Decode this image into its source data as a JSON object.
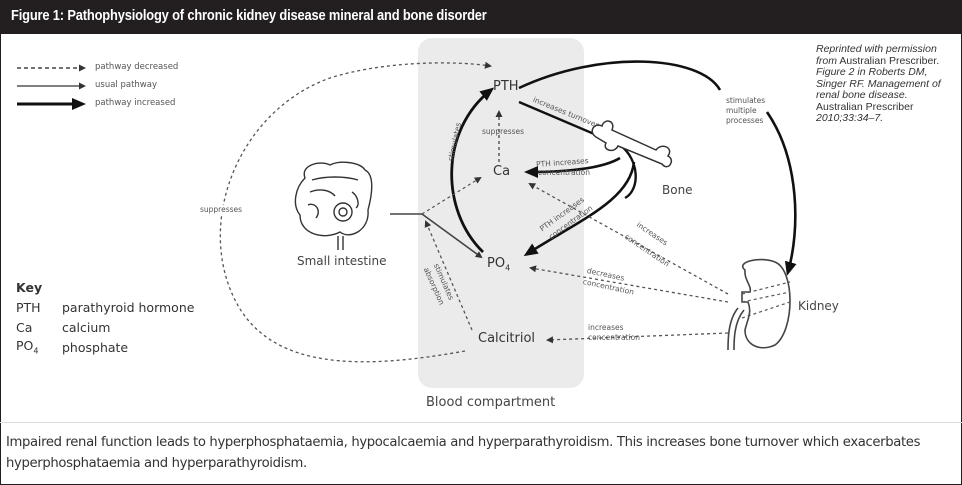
{
  "header": {
    "title": "Figure 1: Pathophysiology of chronic kidney disease mineral and bone disorder"
  },
  "legend": {
    "items": [
      {
        "style": "dashed",
        "label": "pathway decreased"
      },
      {
        "style": "thin",
        "label": "usual pathway"
      },
      {
        "style": "thick",
        "label": "pathway increased"
      }
    ]
  },
  "citation": {
    "line1_italic": "Reprinted with permission",
    "line2_italic": "from",
    "line2_plain": " Australian Prescriber.",
    "line3_italic": "Figure 2 in Roberts DM,",
    "line4_italic": "Singer RF. Management of",
    "line5_italic": "renal bone disease.",
    "line6_plain": "Australian Prescriber",
    "line7_italic": "2010;33:34–7."
  },
  "nodes": {
    "pth": "PTH",
    "ca": "Ca",
    "po4": "PO",
    "po4_sub": "4",
    "calcitriol": "Calcitriol",
    "bone": "Bone",
    "kidney": "Kidney",
    "small_intestine": "Small intestine",
    "blood_compartment": "Blood compartment"
  },
  "edge_labels": {
    "increases_turnover": "increases turnover",
    "suppresses_ca_pth": "suppresses",
    "stimulates_po4_pth": "stimulates",
    "pth_increases_ca_1": "PTH increases",
    "pth_increases_ca_2": "concentration",
    "pth_increases_po4_1": "PTH increases",
    "pth_increases_po4_2": "concentration",
    "kidney_ca_1": "increases",
    "kidney_ca_2": "concentration",
    "kidney_po4_1": "decreases",
    "kidney_po4_2": "concentration",
    "kidney_calcitriol_1": "increases",
    "kidney_calcitriol_2": "concentration",
    "calcitriol_intestine_1": "stimulates",
    "calcitriol_intestine_2": "absorption",
    "pth_kidney_1": "stimulates",
    "pth_kidney_2": "multiple",
    "pth_kidney_3": "processes",
    "calcitriol_pth": "suppresses"
  },
  "key": {
    "title": "Key",
    "rows": [
      {
        "abbr": "PTH",
        "abbr_sub": "",
        "meaning": "parathyroid hormone"
      },
      {
        "abbr": "Ca",
        "abbr_sub": "",
        "meaning": "calcium"
      },
      {
        "abbr": "PO",
        "abbr_sub": "4",
        "meaning": "phosphate"
      }
    ]
  },
  "caption": "Impaired renal function leads to hyperphosphataemia, hypocalcaemia and hyperparathyroidism. This increases bone turnover which exacerbates hyperphosphataemia and hyperparathyroidism."
}
